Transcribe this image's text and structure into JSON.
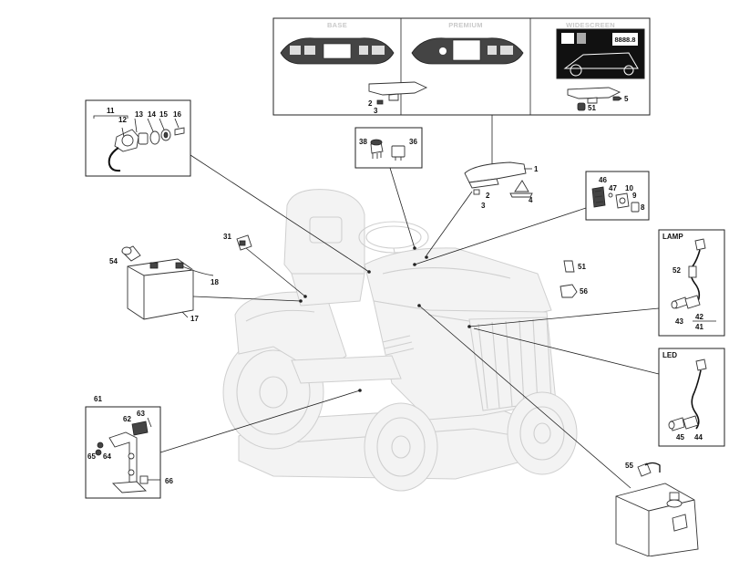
{
  "panel_headers": {
    "base": "BASE",
    "premium": "PREMIUM",
    "widescreen": "WIDESCREEN"
  },
  "widescreen_readout": "8888.8",
  "sections": {
    "lamp": "LAMP",
    "led": "LED"
  },
  "part_labels": {
    "p1": "1",
    "p2a": "2",
    "p2b": "2",
    "p3a": "3",
    "p3b": "3",
    "p4": "4",
    "p5": "5",
    "p51a": "51",
    "p51b": "51",
    "p11": "11",
    "p12": "12",
    "p13": "13",
    "p14": "14",
    "p15": "15",
    "p16": "16",
    "p38": "38",
    "p36": "36",
    "p46": "46",
    "p47": "47",
    "p10": "10",
    "p9": "9",
    "p8": "8",
    "p31": "31",
    "p54": "54",
    "p18": "18",
    "p17": "17",
    "p56": "56",
    "p52": "52",
    "p43": "43",
    "p42": "42",
    "p41": "41",
    "p45": "45",
    "p44": "44",
    "p61": "61",
    "p62": "62",
    "p63": "63",
    "p65": "65",
    "p64": "64",
    "p66": "66",
    "p55": "55"
  },
  "colors": {
    "line": "#222222",
    "ghost": "#cfcfcf",
    "header_text": "#c9c9c9",
    "dark_part": "#444444"
  }
}
